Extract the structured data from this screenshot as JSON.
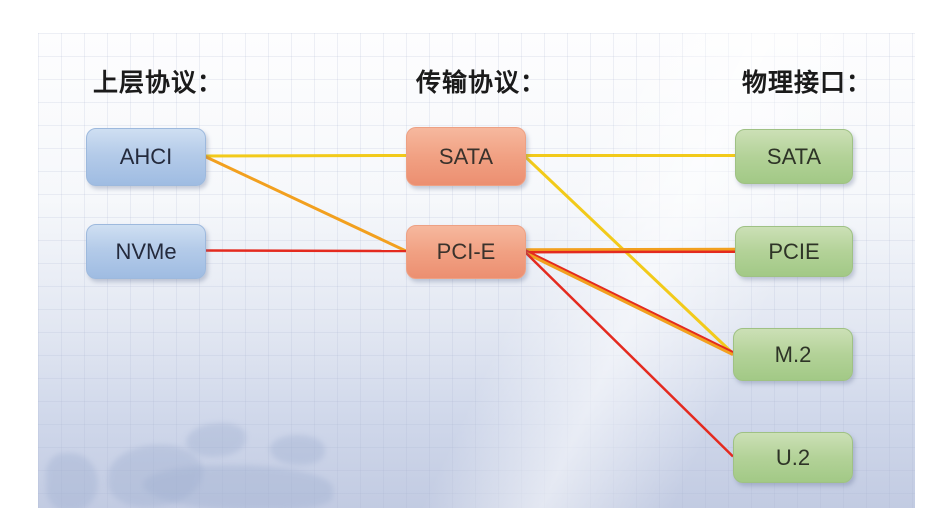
{
  "page": {
    "kind": "presentation-slide-diagram",
    "background_color": "#FFFFFF"
  },
  "diagram": {
    "columns": [
      {
        "label": "上层协议：",
        "nodes": [
          {
            "id": "ahci",
            "label": "AHCI",
            "style": "blue"
          },
          {
            "id": "nvme",
            "label": "NVMe",
            "style": "blue"
          }
        ]
      },
      {
        "label": "传输协议：",
        "nodes": [
          {
            "id": "sata_t",
            "label": "SATA",
            "style": "orange"
          },
          {
            "id": "pcie_t",
            "label": "PCI-E",
            "style": "orange"
          }
        ]
      },
      {
        "label": "物理接口：",
        "nodes": [
          {
            "id": "sata_p",
            "label": "SATA",
            "style": "green"
          },
          {
            "id": "pcie_p",
            "label": "PCIE",
            "style": "green"
          },
          {
            "id": "m2",
            "label": "M.2",
            "style": "green"
          },
          {
            "id": "u2",
            "label": "U.2",
            "style": "green"
          }
        ]
      }
    ],
    "connections": [
      {
        "from": "ahci",
        "to": "sata_t",
        "colors": [
          "yellow"
        ]
      },
      {
        "from": "ahci",
        "to": "pcie_t",
        "colors": [
          "orange"
        ]
      },
      {
        "from": "nvme",
        "to": "pcie_t",
        "colors": [
          "red"
        ]
      },
      {
        "from": "sata_t",
        "to": "sata_p",
        "colors": [
          "yellow"
        ]
      },
      {
        "from": "sata_t",
        "to": "m2",
        "colors": [
          "yellow"
        ]
      },
      {
        "from": "pcie_t",
        "to": "pcie_p",
        "colors": [
          "orange",
          "red"
        ]
      },
      {
        "from": "pcie_t",
        "to": "m2",
        "colors": [
          "red",
          "orange"
        ]
      },
      {
        "from": "pcie_t",
        "to": "u2",
        "colors": [
          "red"
        ]
      }
    ],
    "palette": {
      "yellow": "#F2CA1A",
      "orange": "#F2A01F",
      "red": "#E42A1F"
    },
    "node_styles": {
      "blue": {
        "fill_top": "#CFDFF2",
        "fill_bottom": "#9FBCE2",
        "text": "#242A3C"
      },
      "orange": {
        "fill_top": "#F6B89E",
        "fill_bottom": "#EC8F71",
        "text": "#3A322C"
      },
      "green": {
        "fill_top": "#CCE0B6",
        "fill_bottom": "#A2C986",
        "text": "#2E3427"
      }
    }
  }
}
